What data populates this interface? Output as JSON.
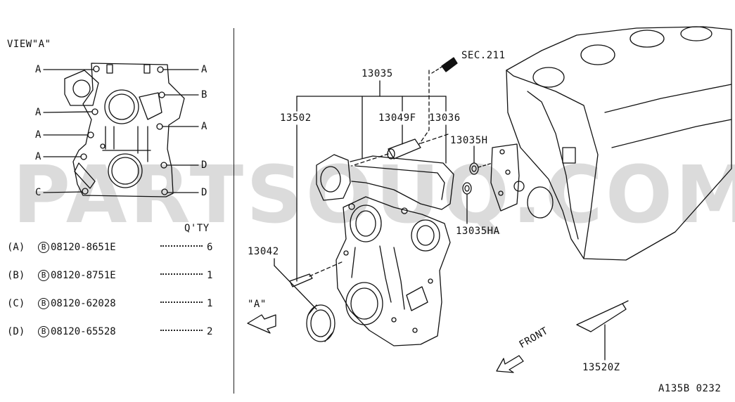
{
  "view_title": "VIEW\"A\"",
  "left_callouts": {
    "a1": "A",
    "a2": "A",
    "a3": "A",
    "a4": "A",
    "c": "C",
    "ra1": "A",
    "rb": "B",
    "ra2": "A",
    "rd1": "D",
    "rd2": "D"
  },
  "qty_header": "Q'TY",
  "bolts": [
    {
      "tag": "(A)",
      "part": "08120-8651E",
      "qty": "6"
    },
    {
      "tag": "(B)",
      "part": "08120-8751E",
      "qty": "1"
    },
    {
      "tag": "(C)",
      "part": "08120-62028",
      "qty": "1"
    },
    {
      "tag": "(D)",
      "part": "08120-65528",
      "qty": "2"
    }
  ],
  "bolt_prefix": "B",
  "parts": {
    "p13035": "13035",
    "p13502": "13502",
    "p13049f": "13049F",
    "p13036": "13036",
    "p13035h": "13035H",
    "p13035ha": "13035HA",
    "p13042": "13042",
    "p13520z": "13520Z",
    "sec": "SEC.211"
  },
  "view_marker": "\"A\"",
  "front_label": "FRONT",
  "diagram_code": "A135B 0232",
  "watermark": "PARTSOUQ.COM"
}
